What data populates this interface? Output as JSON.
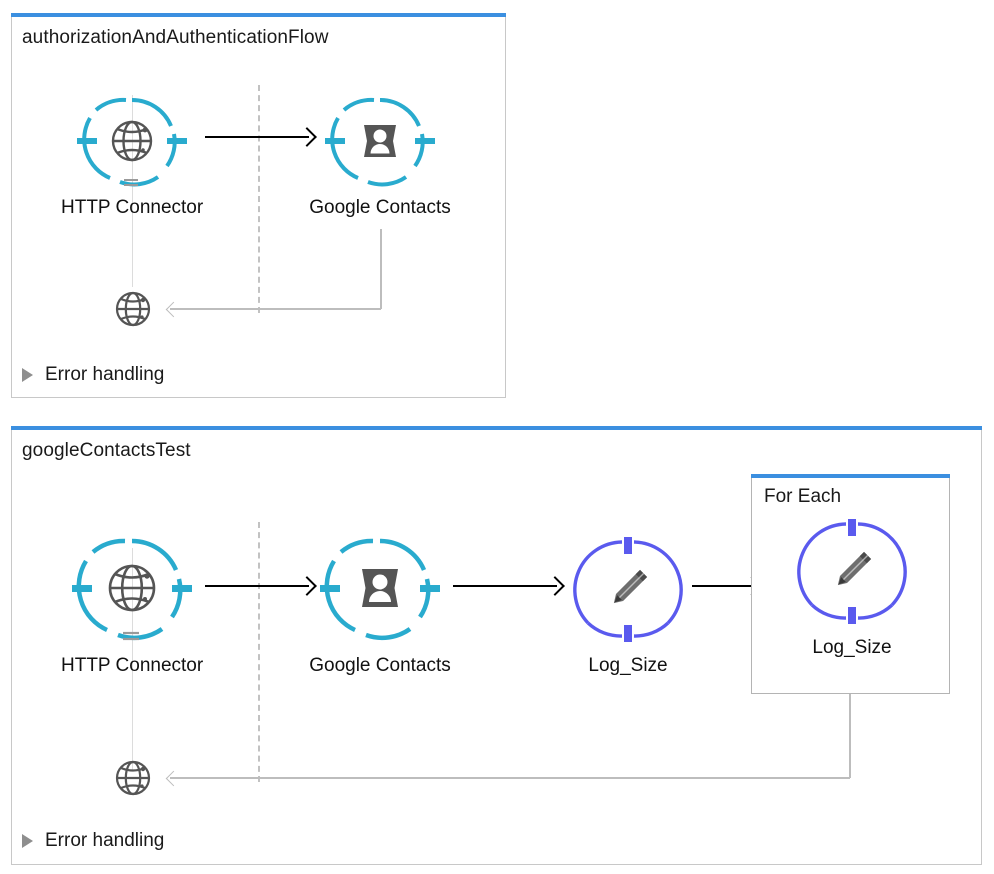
{
  "app": {
    "accent_blue": "#3b8fe0",
    "connector_cyan": "#29abce",
    "logger_purple": "#5a5aee",
    "icon_gray": "#555555",
    "line_gray": "#bdbdbd"
  },
  "flows": [
    {
      "title": "authorizationAndAuthenticationFlow",
      "error_handling_label": "Error handling",
      "disclosure_icon": "triangle-right-icon",
      "nodes": [
        {
          "id": "http-connector-1",
          "label": "HTTP Connector",
          "icon": "globe-icon",
          "type": "http-listener",
          "color": "#29abce"
        },
        {
          "id": "google-contacts-1",
          "label": "Google Contacts",
          "icon": "contact-card-icon",
          "type": "connector",
          "color": "#29abce"
        }
      ],
      "response_node": {
        "id": "http-response-1",
        "icon": "globe-icon",
        "label": ""
      }
    },
    {
      "title": "googleContactsTest",
      "error_handling_label": "Error handling",
      "disclosure_icon": "triangle-right-icon",
      "nodes": [
        {
          "id": "http-connector-2",
          "label": "HTTP Connector",
          "icon": "globe-icon",
          "type": "http-listener",
          "color": "#29abce"
        },
        {
          "id": "google-contacts-2",
          "label": "Google Contacts",
          "icon": "contact-card-icon",
          "type": "connector",
          "color": "#29abce"
        },
        {
          "id": "log-size-1",
          "label": "Log_Size",
          "icon": "pencil-icon",
          "type": "logger",
          "color": "#5a5aee"
        }
      ],
      "scope": {
        "title": "For Each",
        "nodes": [
          {
            "id": "log-size-2",
            "label": "Log_Size",
            "icon": "pencil-icon",
            "type": "logger",
            "color": "#5a5aee"
          }
        ]
      },
      "response_node": {
        "id": "http-response-2",
        "icon": "globe-icon",
        "label": ""
      }
    }
  ]
}
